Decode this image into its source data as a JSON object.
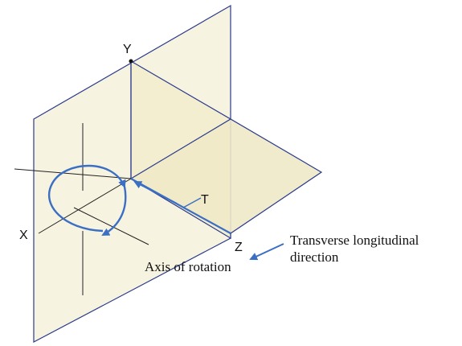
{
  "diagram": {
    "labels": {
      "y": "Y",
      "x": "X",
      "z": "Z",
      "t": "T",
      "axis_of_rotation": "Axis of rotation",
      "transverse_line1": "Transverse longitudinal",
      "transverse_line2": "direction"
    },
    "colors": {
      "plane_fill": "#f6f1dc",
      "plane_edge": "#2a3a8c",
      "accent_blue": "#3a6fc4",
      "line": "#222222"
    }
  }
}
